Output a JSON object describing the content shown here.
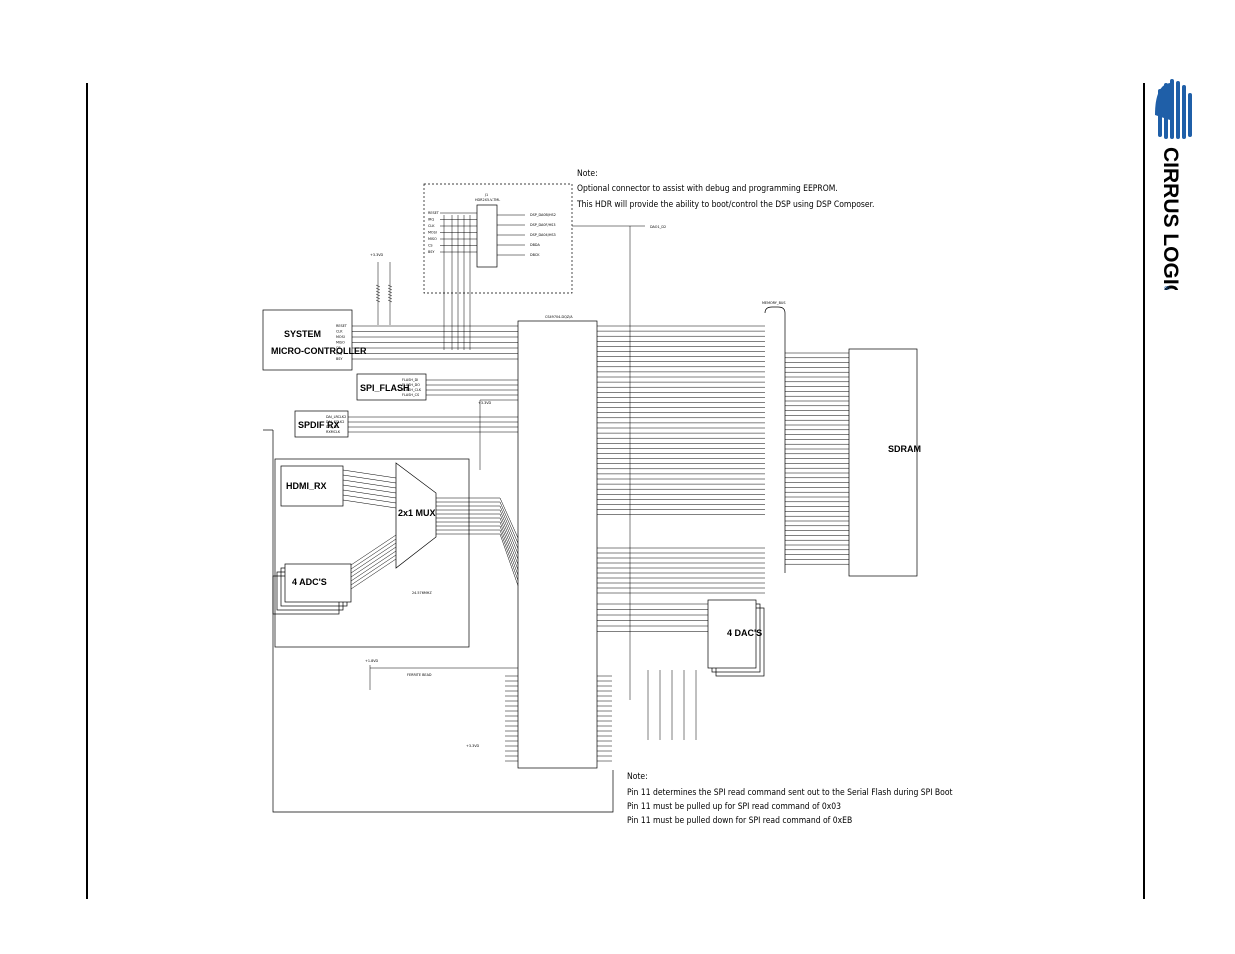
{
  "brand": {
    "logo_text": "CIRRUS LOGIC",
    "registered_mark": "®",
    "color": "#1f5fa8"
  },
  "notes": {
    "top_heading": "Note:",
    "top_line1": "Optional connector to assist with debug and programming EEPROM.",
    "top_line2": "This HDR will provide the ability to boot/control the DSP   using DSP Composer.",
    "bottom_heading": "Note:",
    "bottom_line1": "Pin 11 determines the SPI read command sent out to the Serial Flash during SPI Boot",
    "bottom_line2": "Pin 11 must be pulled up for SPI read command of 0x03",
    "bottom_line3": "Pin 11 must be pulled down for SPI read command of 0xEB"
  },
  "blocks": {
    "micro": {
      "line1": "SYSTEM",
      "line2": "MICRO-CONTROLLER"
    },
    "spi_flash": "SPI_FLASH",
    "spdif": "SPDIF RX",
    "hdmi": "HDMI_RX",
    "mux": "2x1 MUX",
    "adcs": "4 ADC'S",
    "dacs": "4 DAC'S",
    "sdram": "SDRAM"
  },
  "labels": {
    "dsp_part": "CS49704-DQZ/A",
    "header_part": "HDR2X5-V-TML",
    "header_ref": "J1",
    "memory_bus": "MEMORY_BUS",
    "dao_net": "DAO1_D2",
    "rail_3v3": "+3.3VD",
    "rail_1v8": "+1.8VD",
    "crystal": "24.576MHZ",
    "ferrite": "FERRITE BEAD",
    "micro_pins": [
      "RESET",
      "CLK",
      "MOSI",
      "MISO",
      "CS",
      "IRQ",
      "BSY"
    ],
    "header_pins": [
      "RESET",
      "IRQ",
      "CLK",
      "MOSI",
      "MISO",
      "CS",
      "BSY"
    ],
    "header_outs": [
      "DSP_DA0B/HS2",
      "DSP_DA0F/HS3",
      "DSP_DA04/HS3",
      "DBDA",
      "DBCK"
    ],
    "flash_pins": [
      "FLASH_DI",
      "FLASH_DO",
      "FLASH_CLK",
      "FLASH_CS"
    ],
    "spdif_pins": [
      "DAI_LRCLK2",
      "DAI_SCLK2",
      "DAI_D4",
      "RXMCLK"
    ]
  }
}
